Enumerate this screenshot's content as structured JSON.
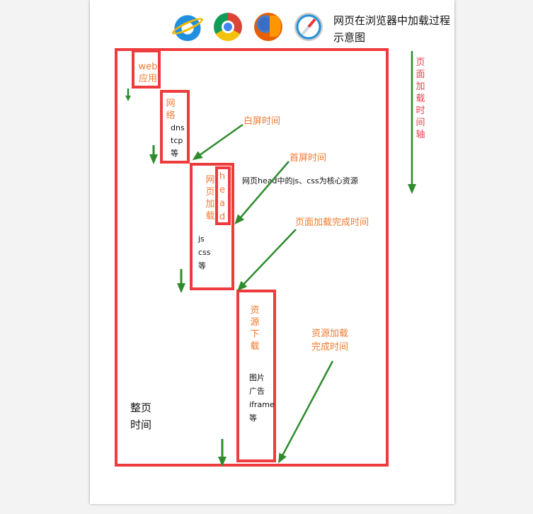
{
  "header": {
    "title_line1": "网页在浏览器中加载过程",
    "title_line2": "示意图",
    "browsers": [
      {
        "name": "Internet Explorer",
        "icon": "ie-icon"
      },
      {
        "name": "Chrome",
        "icon": "chrome-icon"
      },
      {
        "name": "Firefox",
        "icon": "firefox-icon"
      },
      {
        "name": "Safari",
        "icon": "safari-icon"
      }
    ]
  },
  "stages": {
    "web_app": {
      "line1": "web",
      "line2": "应用"
    },
    "network": {
      "title": "网络",
      "items": [
        "dns",
        "tcp",
        "等"
      ]
    },
    "page_load": {
      "title": "网页加载",
      "head": "head",
      "items": [
        "js",
        "css",
        "等"
      ]
    },
    "resource_download": {
      "title": "资源下载",
      "items": [
        "图片",
        "广告",
        "iframe",
        "等"
      ]
    }
  },
  "annotations": {
    "white_screen": "白屏时间",
    "first_screen": "首屏时间",
    "head_note": "网页head中的js、css为核心资源",
    "page_loaded": "页面加载完成时间",
    "resources_loaded_line1": "资源加载",
    "resources_loaded_line2": "完成时间",
    "timeline": "页面加载时间轴",
    "full_page_line1": "整页",
    "full_page_line2": "时间"
  },
  "colors": {
    "box_border": "#ee3b3d",
    "label_orange": "#f07a31",
    "timeline_pink": "#e8414e",
    "arrow_green": "#2e8b2e"
  }
}
